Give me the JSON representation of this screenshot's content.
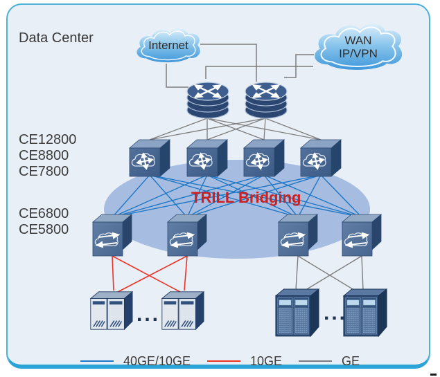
{
  "title": "Data Center",
  "clouds": {
    "internet": {
      "label": "Internet"
    },
    "wan": {
      "line1": "WAN",
      "line2": "IP/VPN"
    }
  },
  "labels": {
    "core_models": [
      "CE12800",
      "CE8800",
      "CE7800"
    ],
    "access_models": [
      "CE6800",
      "CE5800"
    ],
    "trill": "TRILL Bridging",
    "ellipsis_left": "...",
    "ellipsis_right": "..."
  },
  "legend": {
    "items": [
      {
        "label": "40GE/10GE",
        "color": "#1e78c6"
      },
      {
        "label": "10GE",
        "color": "#f03224"
      },
      {
        "label": "GE",
        "color": "#7d7d7d"
      }
    ]
  },
  "icons": {
    "cloud": "cloud-icon",
    "router": "router-cross-arrows-icon",
    "core_switch": "switch-cloud-arrows-icon",
    "access_switch": "switch-bidirectional-arrows-icon",
    "server_left": "tower-server-icon",
    "server_right": "rack-server-icon"
  },
  "colors": {
    "frame_border": "#4db1d9",
    "frame_bottom_bar": "#2aa4d6",
    "canvas_bg": "#e9eff7",
    "trill_ellipse": "#a6bce0",
    "trill_text": "#cd1f1f",
    "link_40ge_10ge": "#1e78c6",
    "link_10ge": "#f03224",
    "link_ge": "#7d7d7d"
  }
}
